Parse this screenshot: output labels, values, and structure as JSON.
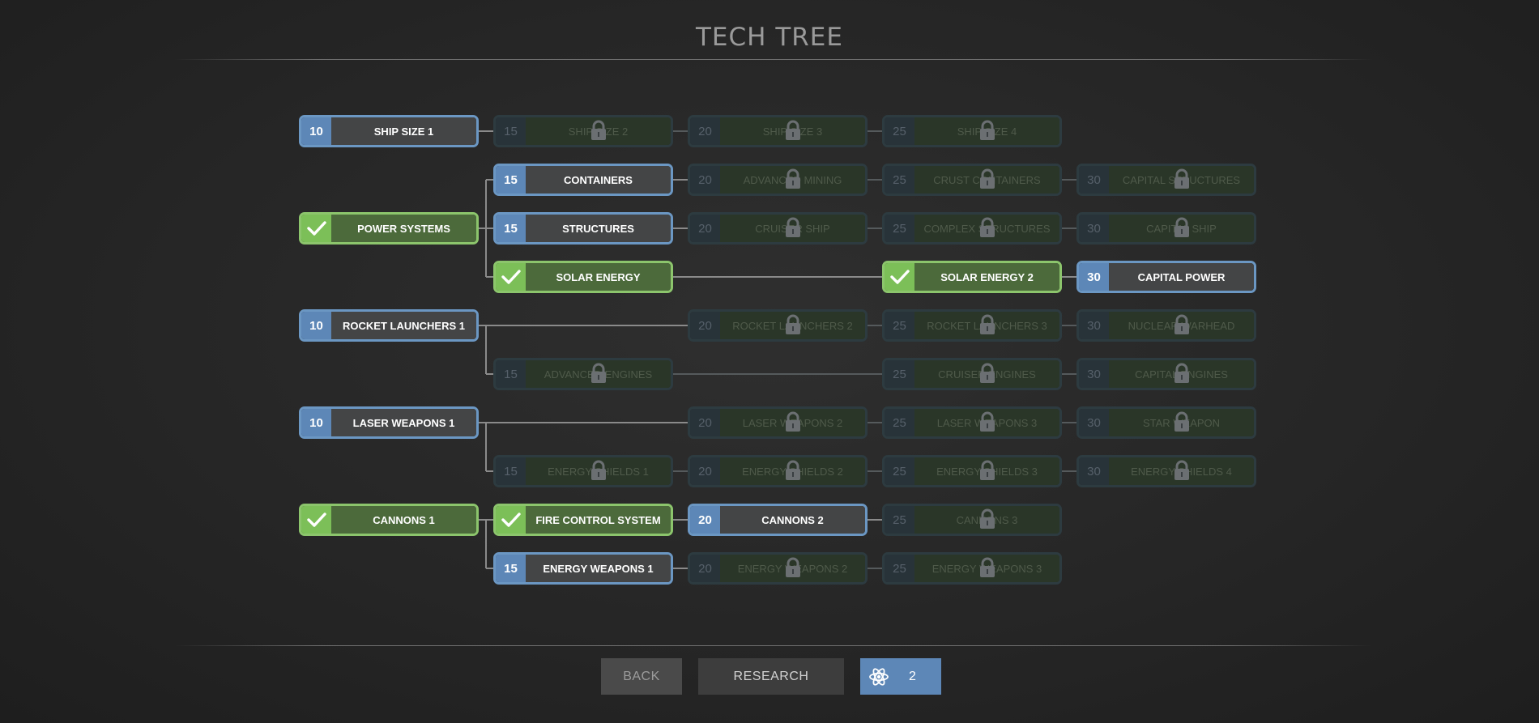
{
  "title": "TECH TREE",
  "nodes": [
    {
      "id": "ship1",
      "level": "10",
      "name": "SHIP SIZE 1",
      "state": "available"
    },
    {
      "id": "ship2",
      "level": "15",
      "name": "SHIP SIZE 2",
      "state": "locked"
    },
    {
      "id": "ship3",
      "level": "20",
      "name": "SHIP SIZE 3",
      "state": "locked"
    },
    {
      "id": "ship4",
      "level": "25",
      "name": "SHIP SIZE 4",
      "state": "locked"
    },
    {
      "id": "power",
      "level": "",
      "name": "POWER SYSTEMS",
      "state": "done"
    },
    {
      "id": "containers",
      "level": "15",
      "name": "CONTAINERS",
      "state": "available"
    },
    {
      "id": "advmining",
      "level": "20",
      "name": "ADVANCED MINING",
      "state": "locked"
    },
    {
      "id": "crustcont",
      "level": "25",
      "name": "CRUST CONTAINERS",
      "state": "locked"
    },
    {
      "id": "capstruct",
      "level": "30",
      "name": "CAPITAL STRUCTURES",
      "state": "locked"
    },
    {
      "id": "structures",
      "level": "15",
      "name": "STRUCTURES",
      "state": "available"
    },
    {
      "id": "cruisership",
      "level": "20",
      "name": "CRUISER SHIP",
      "state": "locked"
    },
    {
      "id": "complexstruct",
      "level": "25",
      "name": "COMPLEX STRUCTURES",
      "state": "locked"
    },
    {
      "id": "capship",
      "level": "30",
      "name": "CAPITAL SHIP",
      "state": "locked"
    },
    {
      "id": "solar1",
      "level": "",
      "name": "SOLAR ENERGY",
      "state": "done"
    },
    {
      "id": "solar2",
      "level": "",
      "name": "SOLAR ENERGY 2",
      "state": "done"
    },
    {
      "id": "cappower",
      "level": "30",
      "name": "CAPITAL POWER",
      "state": "available"
    },
    {
      "id": "rocket1",
      "level": "10",
      "name": "ROCKET LAUNCHERS 1",
      "state": "available"
    },
    {
      "id": "rocket2",
      "level": "20",
      "name": "ROCKET LAUNCHERS 2",
      "state": "locked"
    },
    {
      "id": "rocket3",
      "level": "25",
      "name": "ROCKET LAUNCHERS 3",
      "state": "locked"
    },
    {
      "id": "nuclear",
      "level": "30",
      "name": "NUCLEAR WARHEAD",
      "state": "locked"
    },
    {
      "id": "advengines",
      "level": "15",
      "name": "ADVANCED ENGINES",
      "state": "locked"
    },
    {
      "id": "cruiseengines",
      "level": "25",
      "name": "CRUISER ENGINES",
      "state": "locked"
    },
    {
      "id": "capengines",
      "level": "30",
      "name": "CAPITAL ENGINES",
      "state": "locked"
    },
    {
      "id": "laser1",
      "level": "10",
      "name": "LASER WEAPONS 1",
      "state": "available"
    },
    {
      "id": "laser2",
      "level": "20",
      "name": "LASER WEAPONS 2",
      "state": "locked"
    },
    {
      "id": "laser3",
      "level": "25",
      "name": "LASER WEAPONS 3",
      "state": "locked"
    },
    {
      "id": "starweapon",
      "level": "30",
      "name": "STAR WEAPON",
      "state": "locked"
    },
    {
      "id": "shields1",
      "level": "15",
      "name": "ENERGY SHIELDS 1",
      "state": "locked"
    },
    {
      "id": "shields2",
      "level": "20",
      "name": "ENERGY SHIELDS 2",
      "state": "locked"
    },
    {
      "id": "shields3",
      "level": "25",
      "name": "ENERGY SHIELDS 3",
      "state": "locked"
    },
    {
      "id": "shields4",
      "level": "30",
      "name": "ENERGY SHIELDS 4",
      "state": "locked"
    },
    {
      "id": "cannons1",
      "level": "",
      "name": "CANNONS 1",
      "state": "done"
    },
    {
      "id": "firecontrol",
      "level": "",
      "name": "FIRE CONTROL SYSTEM",
      "state": "done"
    },
    {
      "id": "cannons2",
      "level": "20",
      "name": "CANNONS 2",
      "state": "available"
    },
    {
      "id": "cannons3",
      "level": "25",
      "name": "CANNONS 3",
      "state": "locked"
    },
    {
      "id": "energyw1",
      "level": "15",
      "name": "ENERGY WEAPONS 1",
      "state": "available"
    },
    {
      "id": "energyw2",
      "level": "20",
      "name": "ENERGY WEAPONS 2",
      "state": "locked"
    },
    {
      "id": "energyw3",
      "level": "25",
      "name": "ENERGY WEAPONS 3",
      "state": "locked"
    }
  ],
  "buttons": {
    "back": "BACK",
    "research": "RESEARCH"
  },
  "research_points": "2",
  "icons": {
    "done": "checkmark-icon",
    "locked": "padlock-icon",
    "points": "atom-icon"
  },
  "colors": {
    "available": "#5d87b7",
    "done": "#7cbf58",
    "locked": "#283339",
    "background": "#262626"
  }
}
